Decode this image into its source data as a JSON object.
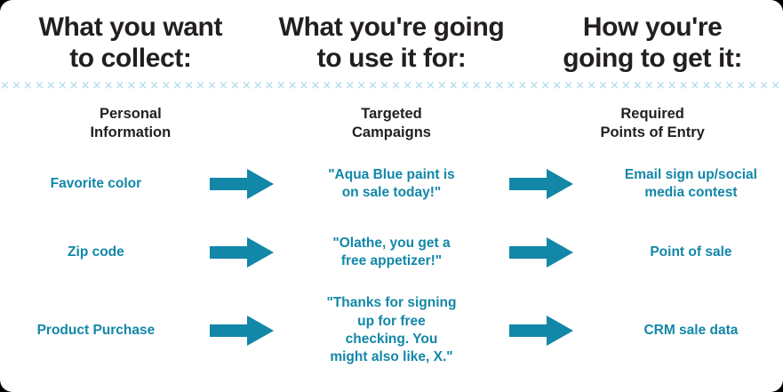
{
  "colors": {
    "teal": "#1287a8",
    "heading": "#231f20",
    "divider": "#a9d7ea",
    "background": "#ffffff"
  },
  "header": {
    "columns": [
      {
        "lines": [
          "What you want",
          "to collect:"
        ]
      },
      {
        "lines": [
          "What you're going",
          "to use it for:"
        ]
      },
      {
        "lines": [
          "How you're",
          "going to get it:"
        ]
      }
    ]
  },
  "divider": {
    "glyph": "×",
    "repeat": 120
  },
  "subheads": [
    {
      "lines": [
        "Personal",
        "Information"
      ]
    },
    {
      "lines": [
        "Targeted",
        "Campaigns"
      ]
    },
    {
      "lines": [
        "Required",
        "Points of Entry"
      ]
    }
  ],
  "rows": [
    {
      "collect": {
        "lines": [
          "Favorite color"
        ]
      },
      "arrow_1": "arrow-right-icon",
      "use_for": {
        "lines": [
          "\"Aqua Blue paint is",
          "on sale today!\""
        ]
      },
      "arrow_2": "arrow-right-icon",
      "get_it": {
        "lines": [
          "Email sign up/social",
          "media contest"
        ]
      }
    },
    {
      "collect": {
        "lines": [
          "Zip code"
        ]
      },
      "arrow_1": "arrow-right-icon",
      "use_for": {
        "lines": [
          "\"Olathe, you get a",
          "free appetizer!\""
        ]
      },
      "arrow_2": "arrow-right-icon",
      "get_it": {
        "lines": [
          "Point of sale"
        ]
      }
    },
    {
      "collect": {
        "lines": [
          "Product Purchase"
        ]
      },
      "arrow_1": "arrow-right-icon",
      "use_for": {
        "lines": [
          "\"Thanks for signing",
          "up for free",
          "checking. You",
          "might also like, X.\""
        ]
      },
      "arrow_2": "arrow-right-icon",
      "get_it": {
        "lines": [
          "CRM sale data"
        ]
      }
    }
  ]
}
